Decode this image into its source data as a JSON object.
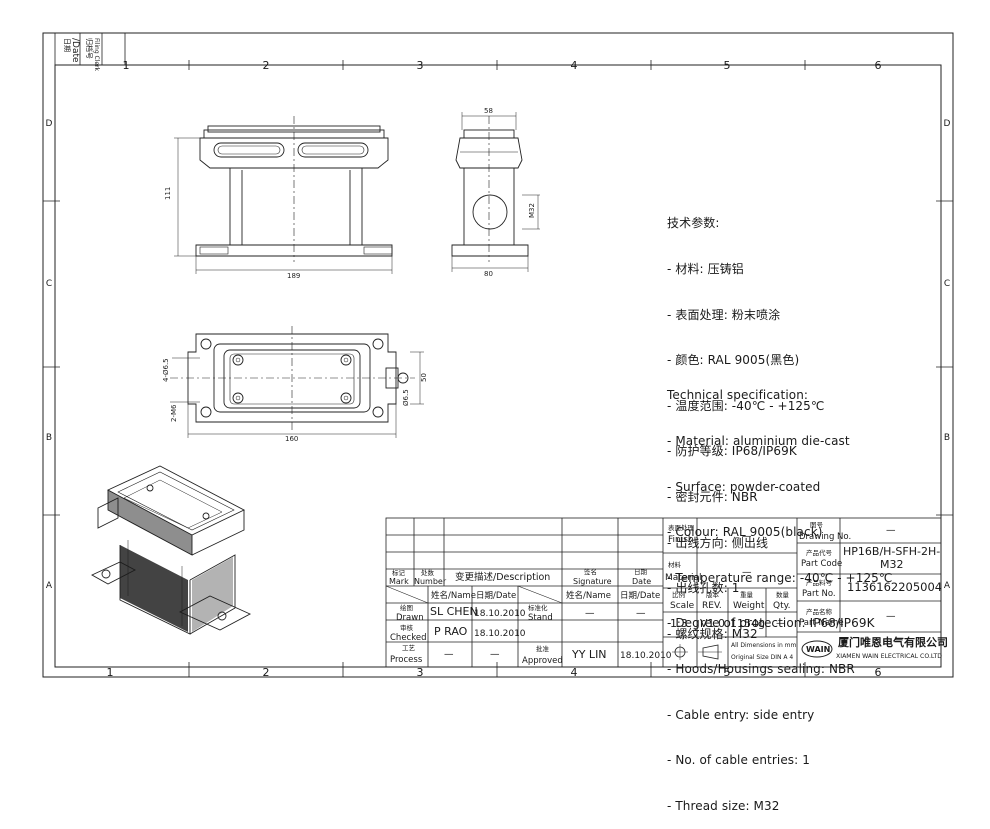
{
  "border": {
    "zones_top": [
      "1",
      "2",
      "3",
      "4",
      "5",
      "6"
    ],
    "zones_bottom": [
      "1",
      "2",
      "3",
      "4",
      "5",
      "6"
    ],
    "zones_left": [
      "D",
      "C",
      "B",
      "A"
    ],
    "zones_right": [
      "D",
      "C",
      "B",
      "A"
    ],
    "strip": {
      "date_cn": "日期",
      "date_en": "/Date",
      "filing_cn": "归档号",
      "filing_en": "Filing Clerk"
    }
  },
  "dimensions": {
    "top_width": "58",
    "front_height": "111",
    "front_width": "189",
    "side_width": "80",
    "thread_m32": "M32",
    "hole_4x": "4-Ø6.5",
    "hole_2x": "2-M6",
    "hole_6_5": "Ø6.5",
    "plan_width": "160",
    "plan_height": "50"
  },
  "spec_cn": {
    "title": "技术参数:",
    "items": [
      "- 材料: 压铸铝",
      "- 表面处理: 粉末喷涂",
      "- 颜色: RAL 9005(黑色)",
      "- 温度范围: -40℃ - +125℃",
      "- 防护等级: IP68/IP69K",
      "- 密封元件: NBR",
      "- 出线方向: 侧出线",
      "- 出线孔数: 1",
      "- 螺纹规格: M32"
    ]
  },
  "spec_en": {
    "title": "Technical specification:",
    "items": [
      "- Material: aluminium die-cast",
      "- Surface: powder-coated",
      "- Colour: RAL 9005(black)",
      "- Temperature range: -40℃ - +125℃",
      "- Degree of protection: IP68/IP69K",
      "- Hoods/Housings sealing: NBR",
      "- Cable entry: side entry",
      "- No. of cable entries: 1",
      "- Thread size: M32"
    ]
  },
  "title_block": {
    "mark_cn": "标记",
    "mark_en": "Mark",
    "number_cn": "处数",
    "number_en": "Number",
    "description": "变更描述/Description",
    "signature_cn": "签名",
    "signature_en": "Signature",
    "date_cn": "日期",
    "date_en": "Date",
    "name_date_1": "姓名/Name",
    "date_col_1": "日期/Date",
    "name_date_2": "姓名/Name",
    "date_col_2": "日期/Date",
    "drawn_cn": "绘图",
    "drawn_en": "Drawn",
    "drawn_name": "SL CHEN",
    "drawn_date": "18.10.2010",
    "stand_cn": "标准化",
    "stand_en": "Stand",
    "stand_name": "—",
    "stand_date": "—",
    "checked_cn": "审核",
    "checked_en": "Checked",
    "checked_name": "P RAO",
    "checked_date": "18.10.2010",
    "process_cn": "工艺",
    "process_en": "Process",
    "process_name": "—",
    "process_date": "—",
    "approved_cn": "批准",
    "approved_en": "Approved",
    "approved_name": "YY LIN",
    "approved_date": "18.10.2010",
    "finish_cn": "表面处理",
    "finish_en": "Finish",
    "finish_value": "—",
    "material_cn": "材料",
    "material_en": "Material",
    "material_value": "—",
    "scale_cn": "比例",
    "scale_en": "Scale",
    "scale_value": "1:3",
    "rev_cn": "版本",
    "rev_en": "REV.",
    "rev_value": "V1.0",
    "weight_cn": "重量",
    "weight_en": "Weight",
    "weight_value": "1154g",
    "qty_cn": "数量",
    "qty_en": "Qty.",
    "qty_value": "—",
    "units_note_1": "All Dimensions in mm",
    "units_note_2": "Original Size DIN A 4",
    "drawing_no_cn": "图号",
    "drawing_no_en": "Drawing No.",
    "drawing_no_value": "—",
    "part_code_cn": "产品代号",
    "part_code_en": "Part Code",
    "part_code_value_1": "HP16B/H-SFH-2H-",
    "part_code_value_2": "M32",
    "part_no_cn": "产品料号",
    "part_no_en": "Part No.",
    "part_no_value": "1136162205004",
    "part_name_cn": "产品名称",
    "part_name_en": "Part Name",
    "part_name_value": "—",
    "logo_text": "WAIN",
    "company_cn": "厦门唯恩电气有限公司",
    "company_en": "XIAMEN WAIN ELECTRICAL CO.LTD"
  }
}
